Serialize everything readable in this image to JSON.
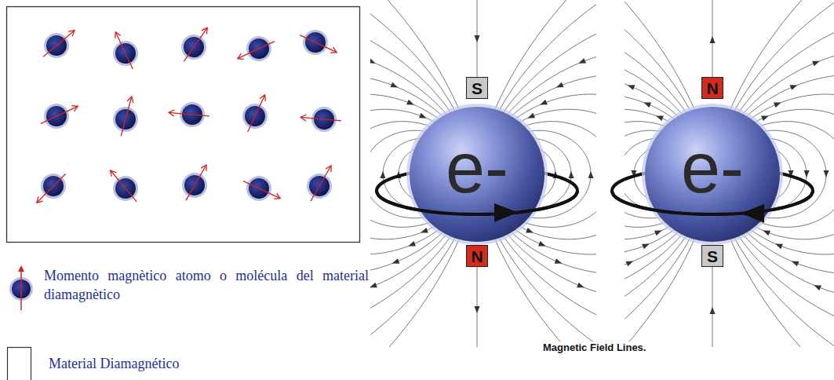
{
  "diagram": {
    "nodes": [
      {
        "text": [
          "S"
        ]
      },
      {
        "text": [
          "e-"
        ]
      },
      {
        "text": [
          "N"
        ]
      },
      {
        "text": [
          "N"
        ]
      },
      {
        "text": [
          "e-"
        ]
      },
      {
        "text": [
          "S"
        ]
      }
    ],
    "labels": [
      "Magnetic Field Lines."
    ],
    "legend": [
      {
        "text": "Momento magnètico atomo o molécula del material diamagnètico"
      },
      {
        "text": "Material Diamagnético"
      }
    ]
  }
}
